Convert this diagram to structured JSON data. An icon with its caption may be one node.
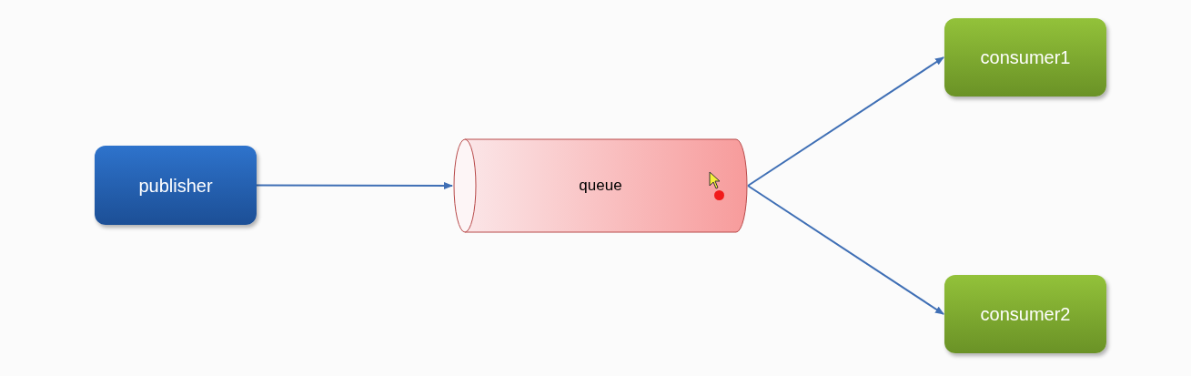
{
  "diagram": {
    "nodes": [
      {
        "text": [
          "publisher"
        ]
      },
      {
        "text": [
          "queue"
        ]
      },
      {
        "text": [
          "consumer1"
        ]
      },
      {
        "text": [
          "consumer2"
        ]
      }
    ],
    "edges": [
      {
        "from": 0,
        "to": 1,
        "arrow": "to"
      },
      {
        "from": 1,
        "to": 2,
        "arrow": "to"
      },
      {
        "from": 1,
        "to": 3,
        "arrow": "to"
      }
    ]
  }
}
